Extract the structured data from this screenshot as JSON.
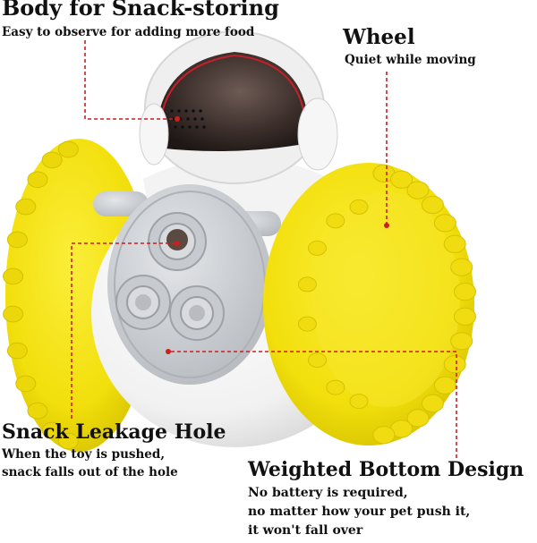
{
  "callouts": {
    "body": {
      "title": "Body for Snack-storing",
      "desc": "Easy to observe for adding more food"
    },
    "wheel": {
      "title": "Wheel",
      "desc": "Quiet while moving"
    },
    "leak": {
      "title": "Snack Leakage Hole",
      "desc_lines": [
        "When the toy is pushed,",
        "snack falls out of the hole"
      ]
    },
    "bottom": {
      "title": "Weighted Bottom Design",
      "desc_lines": [
        "No battery is required,",
        "no matter how your pet push it,",
        "it won't fall over"
      ]
    }
  },
  "colors": {
    "wheel_yellow": "#f4e20f",
    "body_white": "#f7f7f7",
    "panel_gray": "#c9ccd0",
    "dome_dark": "#3a2f2c",
    "leader_red": "#cc1f1f"
  }
}
